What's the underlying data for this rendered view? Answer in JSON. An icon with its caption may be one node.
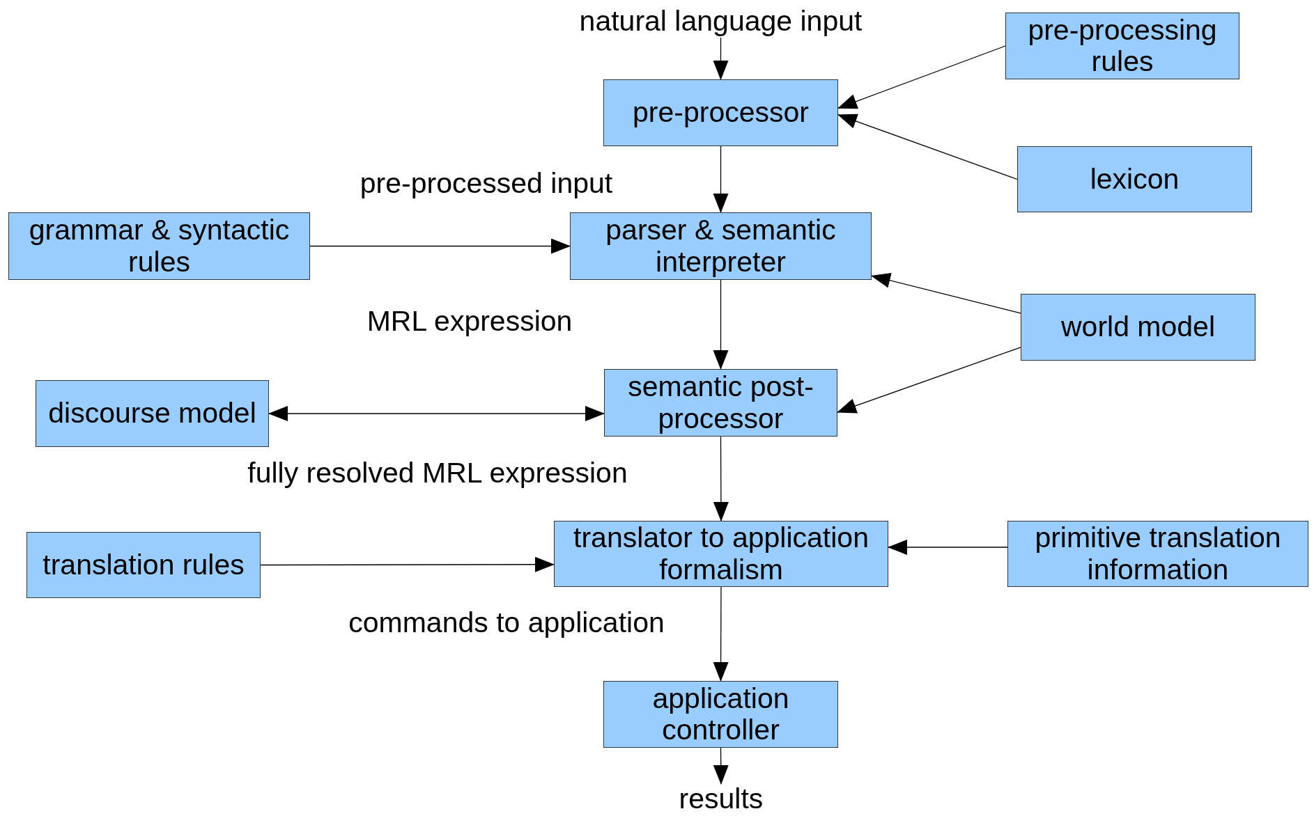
{
  "diagram": {
    "nodes": [
      {
        "text": [
          "natural language input"
        ]
      },
      {
        "text": [
          "pre-processing rules"
        ]
      },
      {
        "text": [
          "pre-processor"
        ]
      },
      {
        "text": [
          "lexicon"
        ]
      },
      {
        "text": [
          "grammar & syntactic rules"
        ]
      },
      {
        "text": [
          "parser & semantic interpreter"
        ]
      },
      {
        "text": [
          "world model"
        ]
      },
      {
        "text": [
          "discourse model"
        ]
      },
      {
        "text": [
          "semantic post-processor"
        ]
      },
      {
        "text": [
          "translation rules"
        ]
      },
      {
        "text": [
          "translator to application formalism"
        ]
      },
      {
        "text": [
          "primitive translation information"
        ]
      },
      {
        "text": [
          "application controller"
        ]
      },
      {
        "text": [
          "results"
        ]
      }
    ],
    "edges": [
      {
        "from": 0,
        "to": 2,
        "arrow": "to"
      },
      {
        "from": 1,
        "to": 2,
        "arrow": "to"
      },
      {
        "from": 3,
        "to": 2,
        "arrow": "to"
      },
      {
        "from": 2,
        "to": 5,
        "arrow": "to"
      },
      {
        "from": 4,
        "to": 5,
        "arrow": "to"
      },
      {
        "from": 6,
        "to": 5,
        "arrow": "to"
      },
      {
        "from": 5,
        "to": 8,
        "arrow": "to"
      },
      {
        "from": 6,
        "to": 8,
        "arrow": "to"
      },
      {
        "from": 7,
        "to": 8,
        "arrow": "both"
      },
      {
        "from": 8,
        "to": 10,
        "arrow": "to"
      },
      {
        "from": 9,
        "to": 10,
        "arrow": "to"
      },
      {
        "from": 11,
        "to": 10,
        "arrow": "to"
      },
      {
        "from": 10,
        "to": 12,
        "arrow": "to"
      },
      {
        "from": 12,
        "to": 13,
        "arrow": "to"
      }
    ],
    "labels": [
      "pre-processed input",
      "MRL expression",
      "fully resolved MRL expression",
      "commands to application"
    ]
  }
}
